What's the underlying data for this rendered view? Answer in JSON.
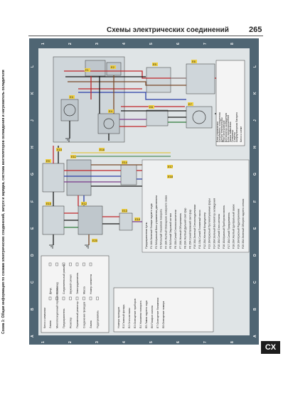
{
  "header": {
    "title": "Схемы электрических соединений",
    "page_number": "265"
  },
  "badge": "CX",
  "caption": "Схема 1: Общая информация по схемам электрических соединений, запуск и зарядка, система вентиляторов охлаждения и нагреватель охладителя",
  "grid": {
    "columns": [
      "A",
      "B",
      "C",
      "D",
      "E",
      "F",
      "G",
      "H",
      "J",
      "K",
      "L"
    ],
    "rows": [
      "1",
      "2",
      "3",
      "4",
      "5",
      "6",
      "7",
      "8"
    ]
  },
  "legend": {
    "title": "Ключ к символам",
    "items": [
      "Лампа",
      "Многопозиционный переключатель",
      "Предохранитель",
      "Резистор",
      "Переменный резистор",
      "Соединение проводов",
      "Лампа",
      "Подогреватель",
      "Диод",
      "Соленоид",
      "Соединительный разъем",
      "Звуковой сигнал",
      "Электродвигатель",
      "Масса",
      "Номер элемента"
    ]
  },
  "fuse_table": {
    "header": [
      "Предохранители",
      "Цепь"
    ],
    "rows": [
      [
        "F1",
        "10A",
        "Зеленый",
        "Фонари заднего хода"
      ],
      [
        "F2",
        "5A",
        "Красный",
        "Блок управления двигателем"
      ],
      [
        "F3",
        "5A",
        "Белый",
        "Указатели поворота"
      ],
      [
        "F4",
        "10A",
        "Желтый",
        "Освещение номерного знака"
      ],
      [
        "F5",
        "5A",
        "Белый",
        "Звуковой сигнал"
      ],
      [
        "F6",
        "15A",
        "Синий",
        "Стеклоочистители"
      ],
      [
        "F7",
        "20A",
        "Желтый",
        "Обогреватель"
      ],
      [
        "F8",
        "20A",
        "Желтый",
        "Дальний свет фар"
      ],
      [
        "F9",
        "15A",
        "Синий",
        "Ближний свет фар"
      ],
      [
        "F10",
        "30A",
        "Зеленый",
        "Стеклоподъемники"
      ],
      [
        "F11",
        "15A",
        "Синий",
        "Топливный насос"
      ],
      [
        "F12",
        "20A",
        "Желтый",
        "Кондиционер"
      ],
      [
        "F13",
        "10A",
        "Красный",
        "Противотуманные фары"
      ],
      [
        "F14",
        "30A",
        "Зеленый",
        "Вентилятор охлаждения"
      ],
      [
        "F15",
        "15A",
        "Синий",
        "Стоп-сигналы"
      ],
      [
        "F16",
        "10A",
        "Красный",
        "Приборная панель"
      ],
      [
        "F17",
        "15A",
        "Синий",
        "Прикуриватель"
      ],
      [
        "F18",
        "20A",
        "Желтый",
        "Центральный замок"
      ],
      [
        "F19",
        "10A",
        "Красный",
        "Радиоприемник"
      ],
      [
        "F20",
        "30A",
        "Зеленый",
        "Обогрев заднего стекла"
      ]
    ]
  },
  "component_key": {
    "title": "Ключ к схеме",
    "items": [
      "Аккумуляторная батарея",
      "Стартер",
      "Генератор",
      "Замок зажигания",
      "Блок предохранителей",
      "Вентилятор охлаждения",
      "Реле вентилятора",
      "Датчик температуры",
      "Нагреватель охладителя",
      "Блок управления"
    ]
  },
  "notes": {
    "title": "Номера проводов",
    "items": [
      "E1 Главный фонарь",
      "E2 Стоп-сигналы",
      "E3 Освещение приборов",
      "E4 Указатели поворота",
      "E5 Лампа заднего хода",
      "E6 Плафон салона",
      "E7 Освещение багажника",
      "E8 Освещение номера"
    ]
  },
  "refs": [
    "E1",
    "E2",
    "E3",
    "E4",
    "E5",
    "E6",
    "E7",
    "E8",
    "E9",
    "E10",
    "E11",
    "E12",
    "E13",
    "E14",
    "E15",
    "E16",
    "E17",
    "E18",
    "E19",
    "E20"
  ],
  "wire_colors": {
    "red": "#c0262a",
    "black": "#1a1a1a",
    "blue": "#2a3ea6",
    "brown": "#7a4a2a",
    "green": "#2d7a3a",
    "yellow": "#e0c020",
    "violet": "#7a3a8a",
    "white": "#f6f6f6",
    "grey": "#8a8a8a"
  }
}
